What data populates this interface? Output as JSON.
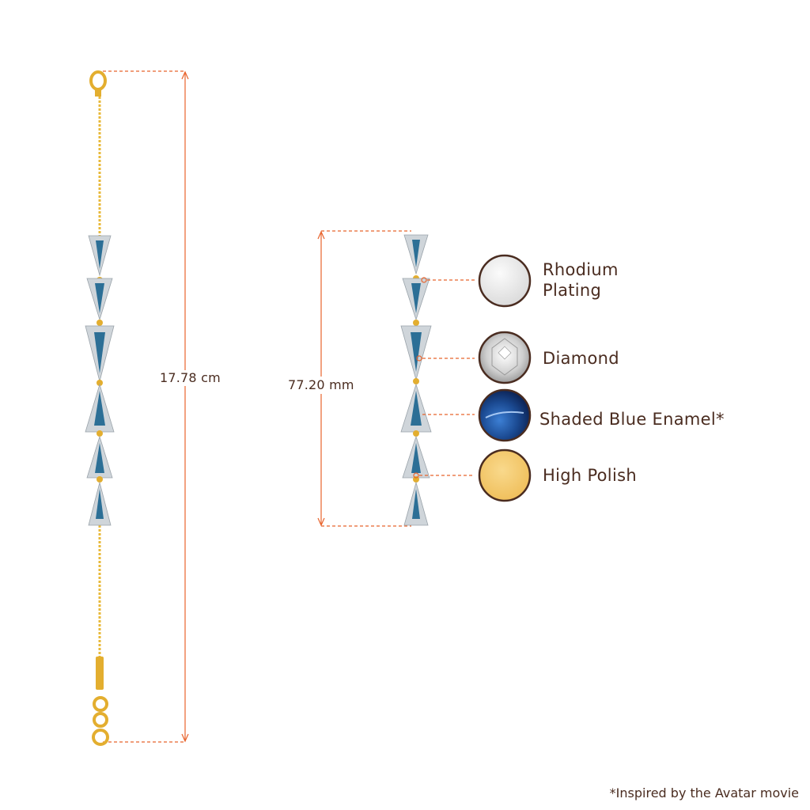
{
  "dimensions": {
    "bracelet_length": "17.78 cm",
    "pendant_length": "77.20 mm"
  },
  "materials": [
    {
      "line1": "Rhodium",
      "line2": "Plating",
      "swatch": "rhodium-swatch",
      "color": "#e6e6e6"
    },
    {
      "line1": "Diamond",
      "line2": "",
      "swatch": "diamond-swatch",
      "color": "#f2f2f2"
    },
    {
      "line1": "Shaded Blue Enamel*",
      "line2": "",
      "swatch": "blue-enamel-swatch",
      "color": "#1d4f99"
    },
    {
      "line1": "High Polish",
      "line2": "",
      "swatch": "high-polish-swatch",
      "color": "#f5c86a"
    }
  ],
  "footnote": "*Inspired by the Avatar movie",
  "colors": {
    "dimension_line": "#e8632c",
    "gold": "#e8b93a",
    "enamel": "#2c6f96",
    "ring": "#4a2c20"
  }
}
